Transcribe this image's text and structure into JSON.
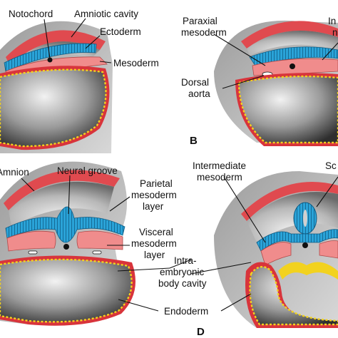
{
  "labels": {
    "notochord": "Notochord",
    "amniotic_cavity": "Amniotic cavity",
    "ectoderm": "Ectoderm",
    "mesoderm": "Mesoderm",
    "paraxial_1": "Paraxial",
    "paraxial_2": "mesoderm",
    "dorsal_1": "Dorsal",
    "dorsal_2": "aorta",
    "cut_top_right_1": "In",
    "cut_top_right_2": "n",
    "amnion": "Amnion",
    "neural_groove": "Neural groove",
    "parietal_1": "Parietal",
    "parietal_2": "mesoderm",
    "parietal_3": "layer",
    "visceral_1": "Visceral",
    "visceral_2": "mesoderm",
    "visceral_3": "layer",
    "intra_1": "Intra-",
    "intra_2": "embryonic",
    "intra_3": "body cavity",
    "endoderm": "Endoderm",
    "intermediate_1": "Intermediate",
    "intermediate_2": "mesoderm",
    "cut_sc": "Sc"
  },
  "panels": {
    "b": "B",
    "d": "D"
  },
  "colors": {
    "ectoderm": "#2aa3d8",
    "mesoderm": "#f08c8c",
    "endoderm_dots": "#f2d21f",
    "yolk_dark": "#3a3a3a",
    "yolk_light": "#d6d6d6",
    "outer_red": "#d8343b"
  }
}
